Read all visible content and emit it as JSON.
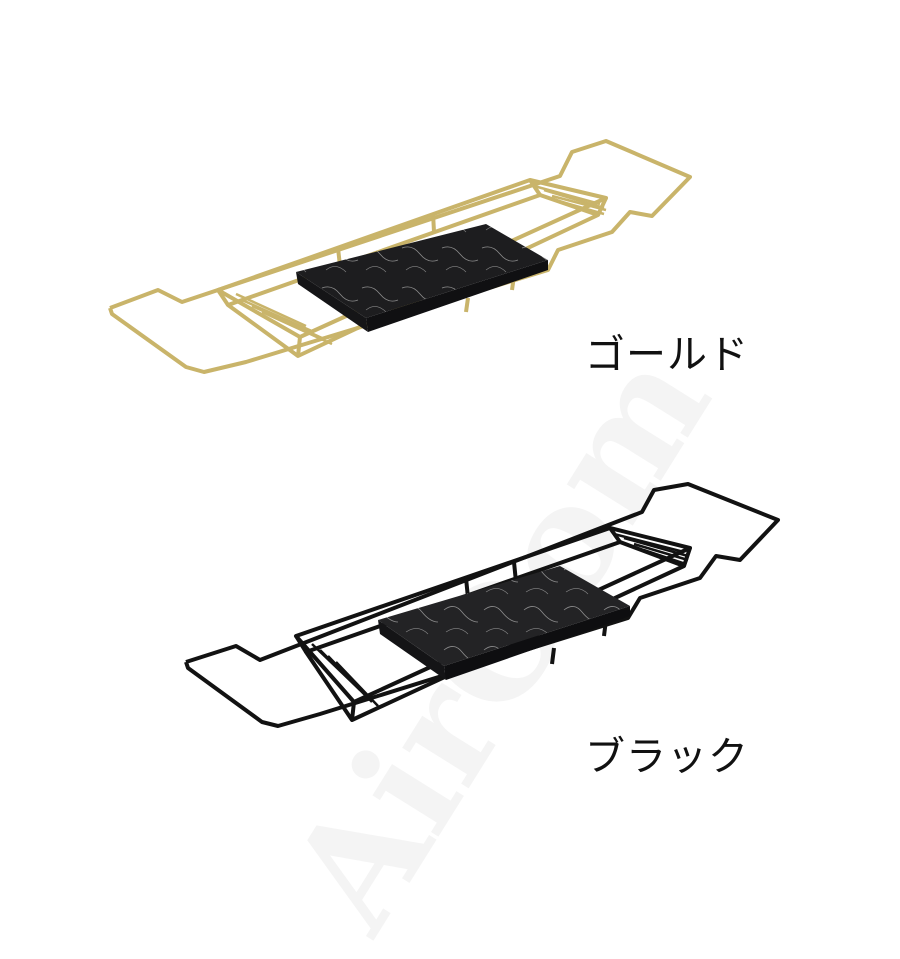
{
  "watermark": "AirOom",
  "variants": [
    {
      "label": "ゴールド",
      "color": "#c9b46a",
      "board_color": "#1d1d1f"
    },
    {
      "label": "ブラック",
      "color": "#121212",
      "board_color": "#232325"
    }
  ]
}
